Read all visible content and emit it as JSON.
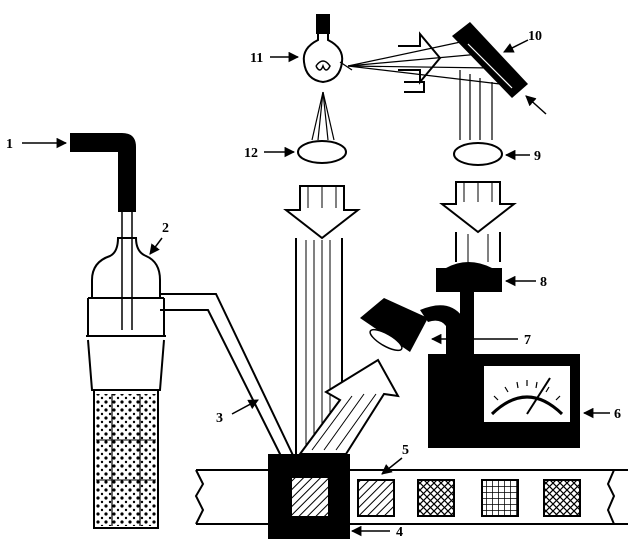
{
  "diagram": {
    "labels": [
      {
        "id": "1",
        "text": "1"
      },
      {
        "id": "2",
        "text": "2"
      },
      {
        "id": "3",
        "text": "3"
      },
      {
        "id": "4",
        "text": "4"
      },
      {
        "id": "5",
        "text": "5"
      },
      {
        "id": "6",
        "text": "6"
      },
      {
        "id": "7",
        "text": "7"
      },
      {
        "id": "8",
        "text": "8"
      },
      {
        "id": "9",
        "text": "9"
      },
      {
        "id": "10",
        "text": "10"
      },
      {
        "id": "11",
        "text": "11"
      },
      {
        "id": "12",
        "text": "12"
      }
    ],
    "colors": {
      "ink": "#000000",
      "paper": "#ffffff"
    }
  }
}
